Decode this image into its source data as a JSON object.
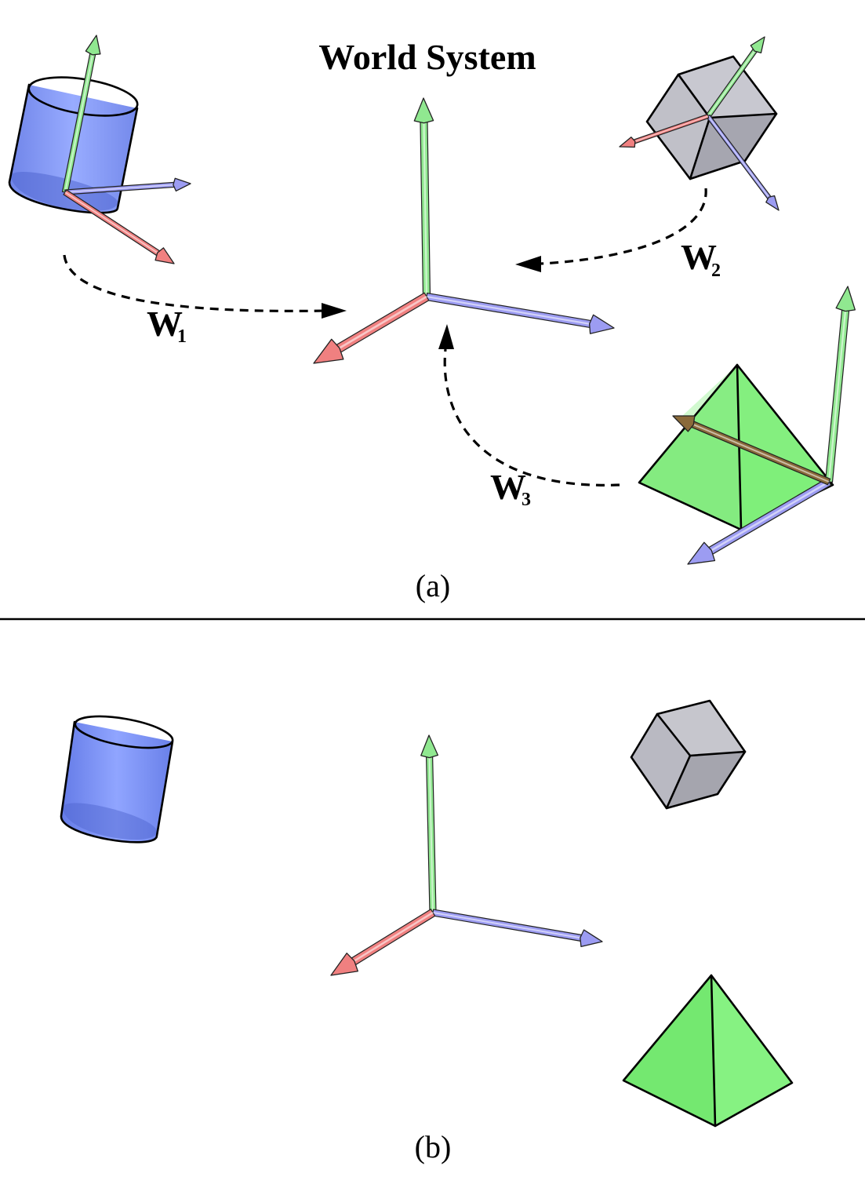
{
  "title": "World System",
  "transform_labels": [
    {
      "main": "W",
      "sub": "1"
    },
    {
      "main": "W",
      "sub": "2"
    },
    {
      "main": "W",
      "sub": "3"
    }
  ],
  "captions": {
    "a": "(a)",
    "b": "(b)"
  },
  "colors": {
    "x_axis": "#f08080",
    "y_axis": "#90e890",
    "z_axis": "#9c9cf2",
    "cylinder": "#6f86ee",
    "cube": "#b9b9c2",
    "pyramid": "#74e870",
    "separator": "#000000"
  },
  "objects": [
    "cylinder",
    "cube",
    "pyramid",
    "world-frame"
  ]
}
